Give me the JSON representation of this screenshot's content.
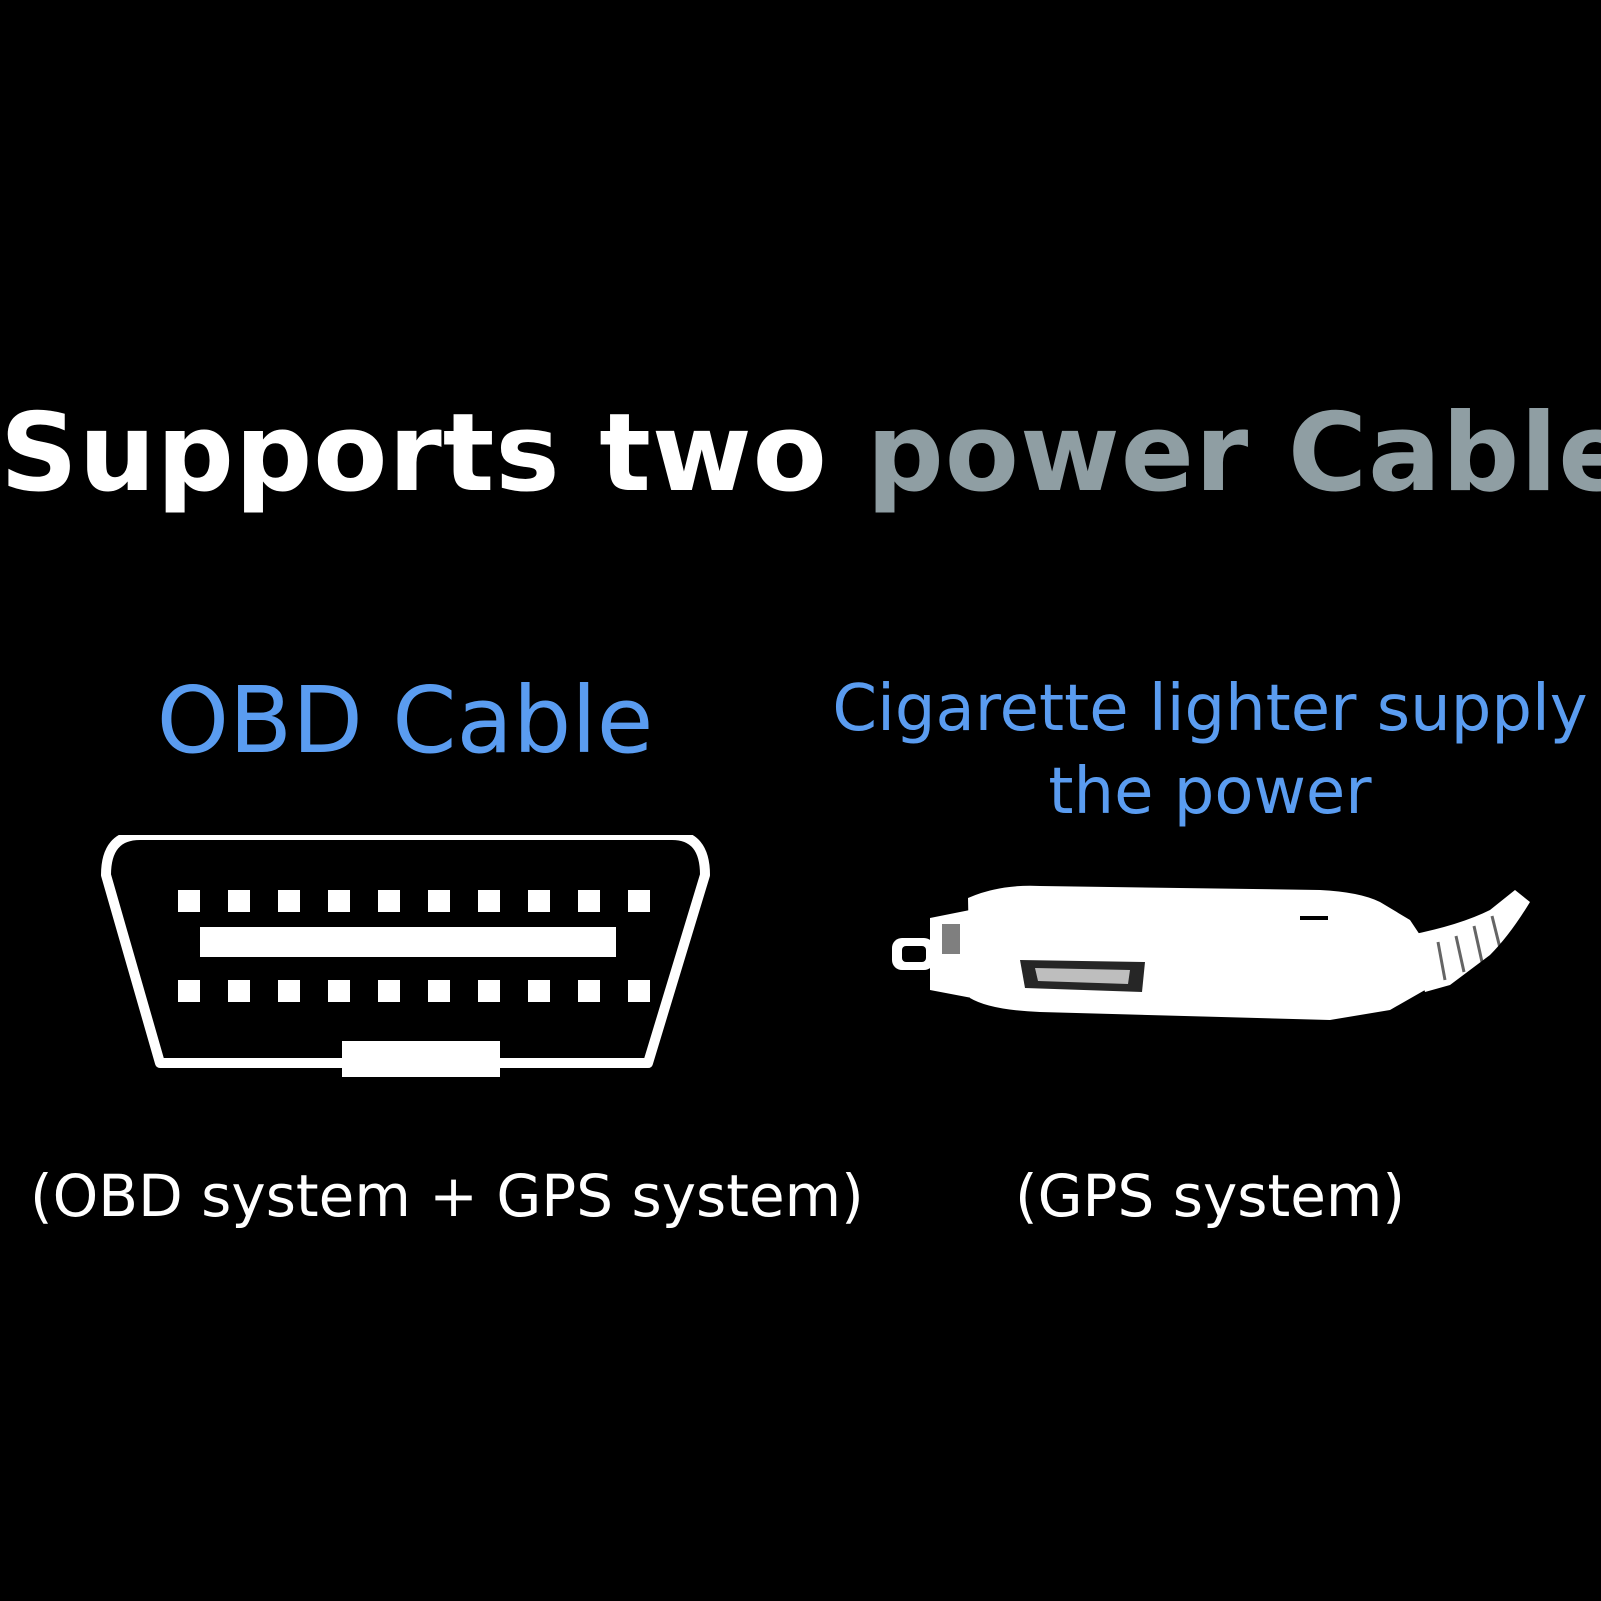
{
  "headline": {
    "part_white": "Supports two ",
    "part_grey": "power Cable"
  },
  "obd": {
    "title": "OBD Cable",
    "caption": "(OBD system + GPS system)",
    "icon": "obd-connector-icon"
  },
  "lighter": {
    "title_line1": "Cigarette lighter supply",
    "title_line2": "the power",
    "caption": "(GPS system)",
    "icon": "cigarette-lighter-plug-icon"
  },
  "colors": {
    "background": "#000000",
    "accent_blue": "#5a9cf0",
    "headline_grey": "#8f9ea3",
    "text_white": "#ffffff"
  }
}
